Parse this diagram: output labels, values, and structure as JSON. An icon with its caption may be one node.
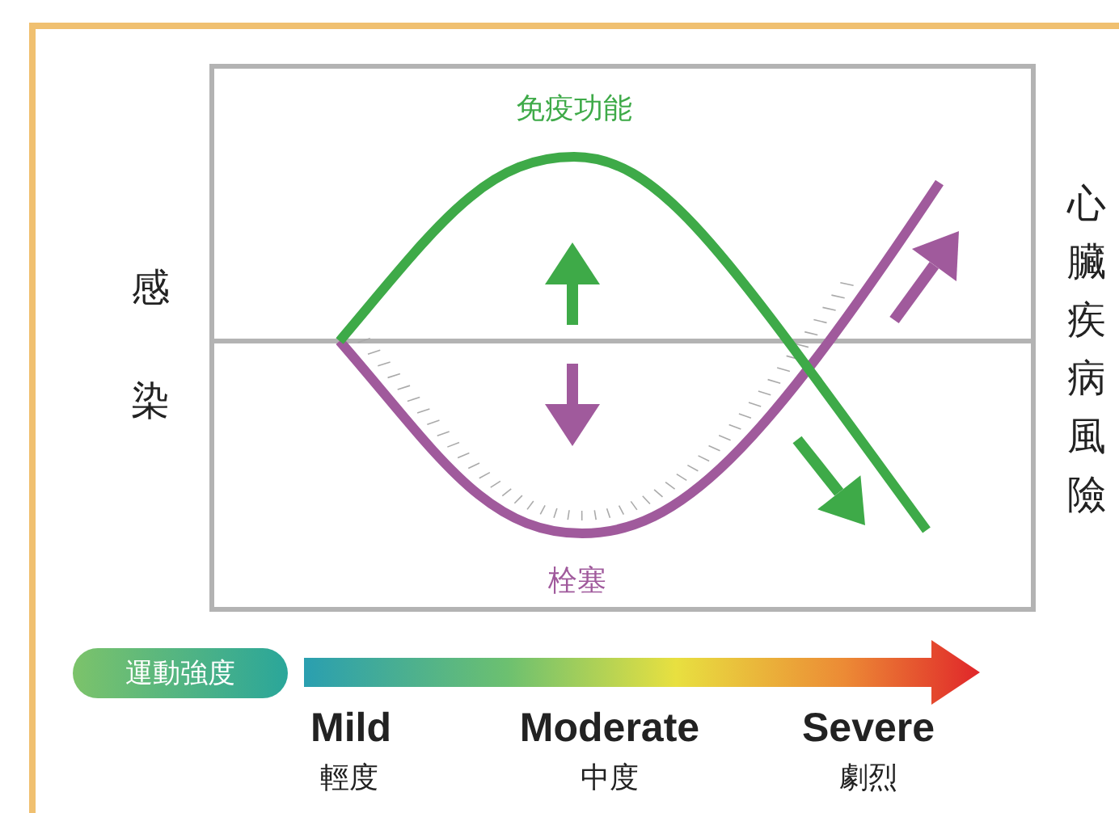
{
  "diagram": {
    "nodes": [
      {
        "text": [
          "運動強度"
        ]
      }
    ],
    "labels": [
      "免疫功能",
      "感",
      "染",
      "心臟疾病風險",
      "栓塞",
      "Mild",
      "輕度",
      "Moderate",
      "中度",
      "Severe",
      "劇烈"
    ]
  }
}
